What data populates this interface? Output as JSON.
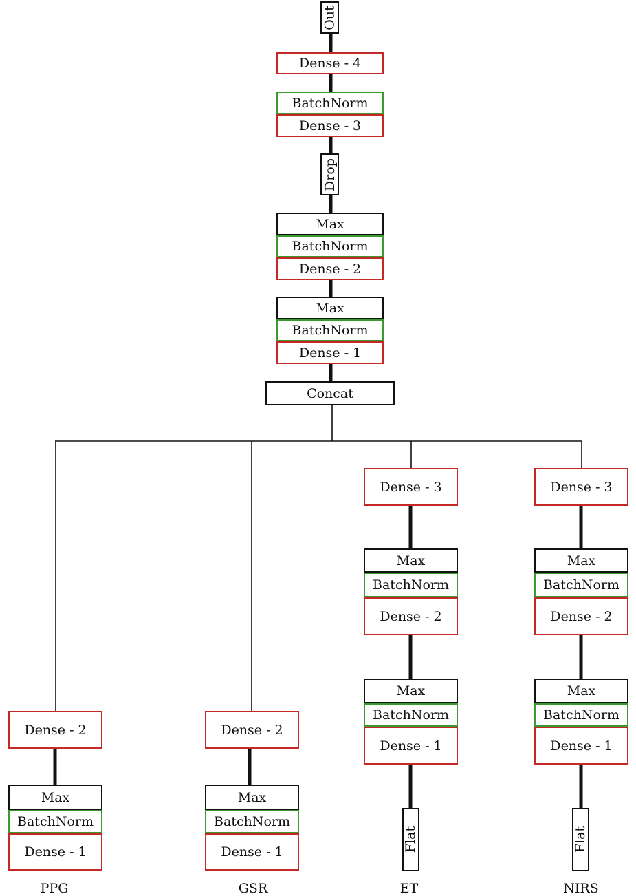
{
  "colors": {
    "dense": "#c62828",
    "batchnorm": "#3a9a2e",
    "other": "#111111"
  },
  "trunk": {
    "out": "Out",
    "dense4": "Dense - 4",
    "batchnorm3": "BatchNorm",
    "dense3": "Dense - 3",
    "drop": "Drop",
    "max2": "Max",
    "batchnorm2": "BatchNorm",
    "dense2": "Dense - 2",
    "max1": "Max",
    "batchnorm1": "BatchNorm",
    "dense1": "Dense - 1",
    "concat": "Concat"
  },
  "branches": {
    "ppg": {
      "label": "PPG",
      "dense2": "Dense - 2",
      "max": "Max",
      "batchnorm": "BatchNorm",
      "dense1": "Dense - 1"
    },
    "gsr": {
      "label": "GSR",
      "dense2": "Dense - 2",
      "max": "Max",
      "batchnorm": "BatchNorm",
      "dense1": "Dense - 1"
    },
    "et": {
      "label": "ET",
      "dense3": "Dense - 3",
      "max2": "Max",
      "batchnorm2": "BatchNorm",
      "dense2": "Dense - 2",
      "max1": "Max",
      "batchnorm1": "BatchNorm",
      "dense1": "Dense - 1",
      "flat": "Flat"
    },
    "nirs": {
      "label": "NIRS",
      "dense3": "Dense - 3",
      "max2": "Max",
      "batchnorm2": "BatchNorm",
      "dense2": "Dense - 2",
      "max1": "Max",
      "batchnorm1": "BatchNorm",
      "dense1": "Dense - 1",
      "flat": "Flat"
    }
  }
}
